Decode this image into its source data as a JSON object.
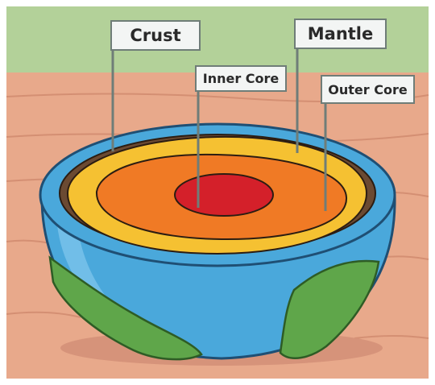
{
  "labels": {
    "crust": "Crust",
    "mantle": "Mantle",
    "inner_core": "Inner Core",
    "outer_core": "Outer Core"
  },
  "colors": {
    "sky": "#b3d199",
    "table": "#e8a98b",
    "table_grain": "#d48f73",
    "bowl_blue": "#4aa8db",
    "bowl_blue_light": "#8ccdf0",
    "land_green": "#5fa64a",
    "crust_brown": "#6b4a32",
    "mantle_yellow": "#f5c132",
    "outer_core_orange": "#f07a25",
    "inner_core_red": "#d4202a",
    "label_bg": "#f3f5f4",
    "label_border": "#6f7d78"
  }
}
